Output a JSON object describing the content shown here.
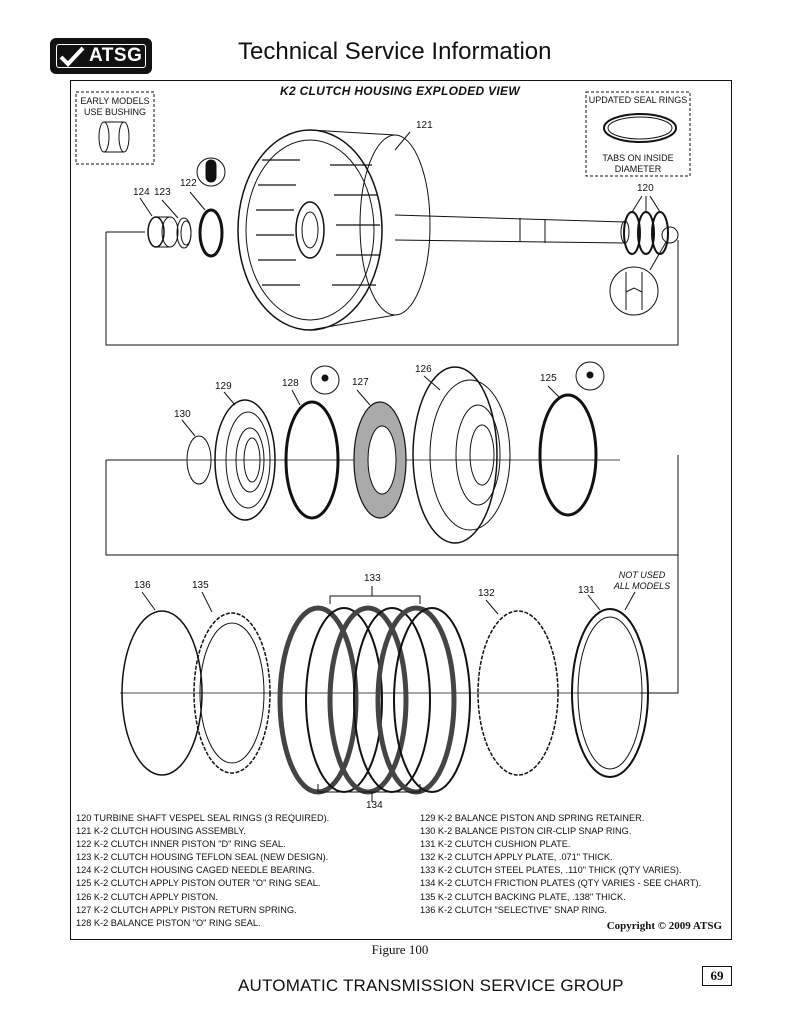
{
  "header": {
    "logo_text": "ATSG",
    "title": "Technical Service Information"
  },
  "diagram": {
    "title": "K2 CLUTCH HOUSING EXPLODED VIEW",
    "notes": {
      "early_models_line1": "EARLY MODELS",
      "early_models_line2": "USE BUSHING",
      "updated_seal_rings": "UPDATED SEAL RINGS",
      "tabs_line1": "TABS ON INSIDE",
      "tabs_line2": "DIAMETER",
      "not_used_line1": "NOT USED",
      "not_used_line2": "ALL MODELS"
    },
    "callouts": {
      "c121": "121",
      "c122": "122",
      "c123": "123",
      "c124": "124",
      "c120": "120",
      "c126": "126",
      "c125": "125",
      "c129": "129",
      "c128": "128",
      "c127": "127",
      "c130": "130",
      "c136": "136",
      "c135": "135",
      "c133": "133",
      "c132": "132",
      "c131": "131",
      "c134": "134"
    }
  },
  "legend": {
    "left": [
      "120  TURBINE SHAFT VESPEL SEAL RINGS  (3 REQUIRED).",
      "121  K-2 CLUTCH HOUSING ASSEMBLY.",
      "122  K-2 CLUTCH INNER PISTON \"D\" RING SEAL.",
      "123  K-2 CLUTCH HOUSING TEFLON SEAL  (NEW DESIGN).",
      "124  K-2 CLUTCH HOUSING CAGED NEEDLE BEARING.",
      "125  K-2 CLUTCH APPLY PISTON OUTER \"O\" RING SEAL.",
      "126  K-2 CLUTCH APPLY PISTON.",
      "127  K-2 CLUTCH APPLY PISTON RETURN SPRING.",
      "128  K-2 BALANCE PISTON \"O\" RING SEAL."
    ],
    "right": [
      "129  K-2 BALANCE PISTON AND SPRING RETAINER.",
      "130  K-2 BALANCE PISTON CIR-CLIP SNAP RING.",
      "131  K-2 CLUTCH CUSHION PLATE.",
      "132  K-2 CLUTCH APPLY PLATE, .071\" THICK.",
      "133  K-2 CLUTCH STEEL PLATES, .110\" THICK  (QTY VARIES).",
      "134  K-2 CLUTCH FRICTION PLATES  (QTY VARIES - SEE CHART).",
      "135  K-2 CLUTCH BACKING PLATE, .138\" THICK.",
      "136  K-2 CLUTCH \"SELECTIVE\" SNAP RING."
    ]
  },
  "copyright": "Copyright © 2009 ATSG",
  "caption": "Figure 100",
  "footer": {
    "org": "AUTOMATIC TRANSMISSION SERVICE GROUP",
    "page_number": "69"
  }
}
